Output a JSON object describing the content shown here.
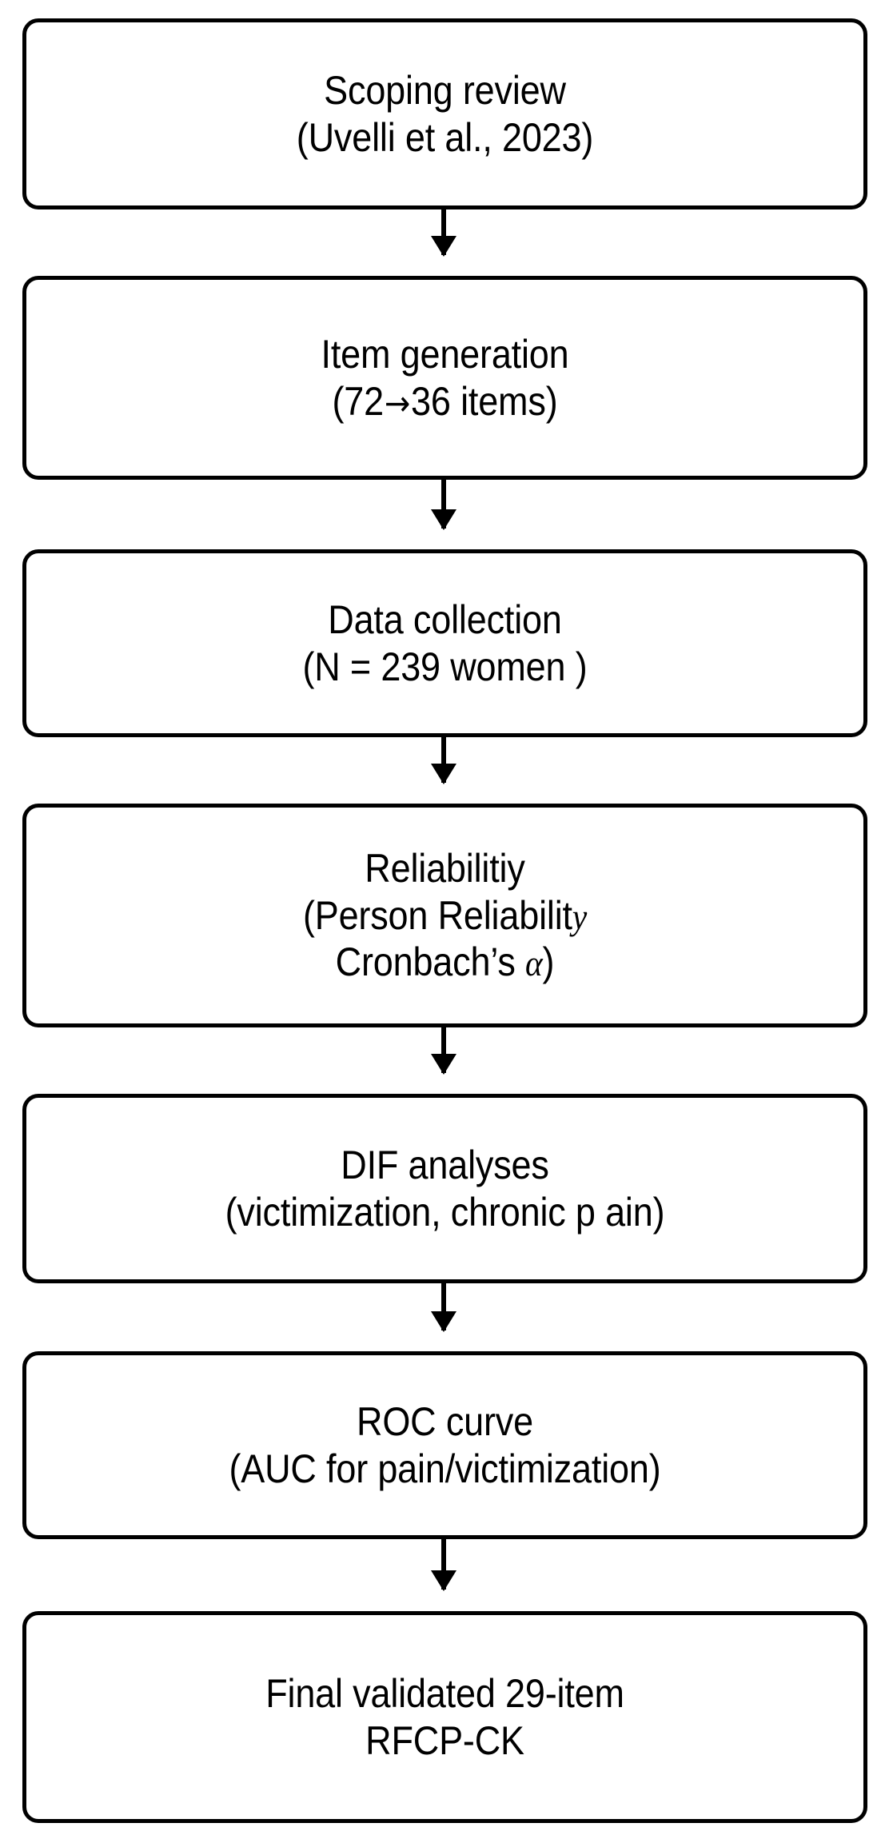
{
  "figure": {
    "type": "flowchart",
    "orientation": "vertical-top-to-bottom",
    "background_color": "#ffffff",
    "line_color": "#000000",
    "node_shape": "rounded-rectangle",
    "node_count": 7,
    "connector_count": 6,
    "connector_style": "solid line with filled triangular arrowhead"
  },
  "nodes": [
    {
      "id": "scoping-review",
      "line1": "Scoping review",
      "line2": "(Uvelli et al., 2023)"
    },
    {
      "id": "item-generation",
      "line1": "Item generation",
      "line2_prefix": "(72",
      "line2_arrow": "→",
      "line2_suffix": "36 items)"
    },
    {
      "id": "data-collection",
      "line1": "Data collection",
      "line2": "(N = 239 women )"
    },
    {
      "id": "reliability",
      "line1": "Reliabilitiy",
      "line2_prefix": "(Person Reliabilit",
      "line2_italic": "y",
      "line3_prefix": "Cronbach’s ",
      "line3_italic": "α",
      "line3_suffix": ")"
    },
    {
      "id": "dif-analyses",
      "line1": "DIF analyses",
      "line2": "(victimization, chronic p ain)"
    },
    {
      "id": "roc-curve",
      "line1": "ROC curve",
      "line2": "(AUC for pain/victimization)"
    },
    {
      "id": "final-instrument",
      "line1": "Final validated 29-item",
      "line2": "RFCP-CK"
    }
  ]
}
